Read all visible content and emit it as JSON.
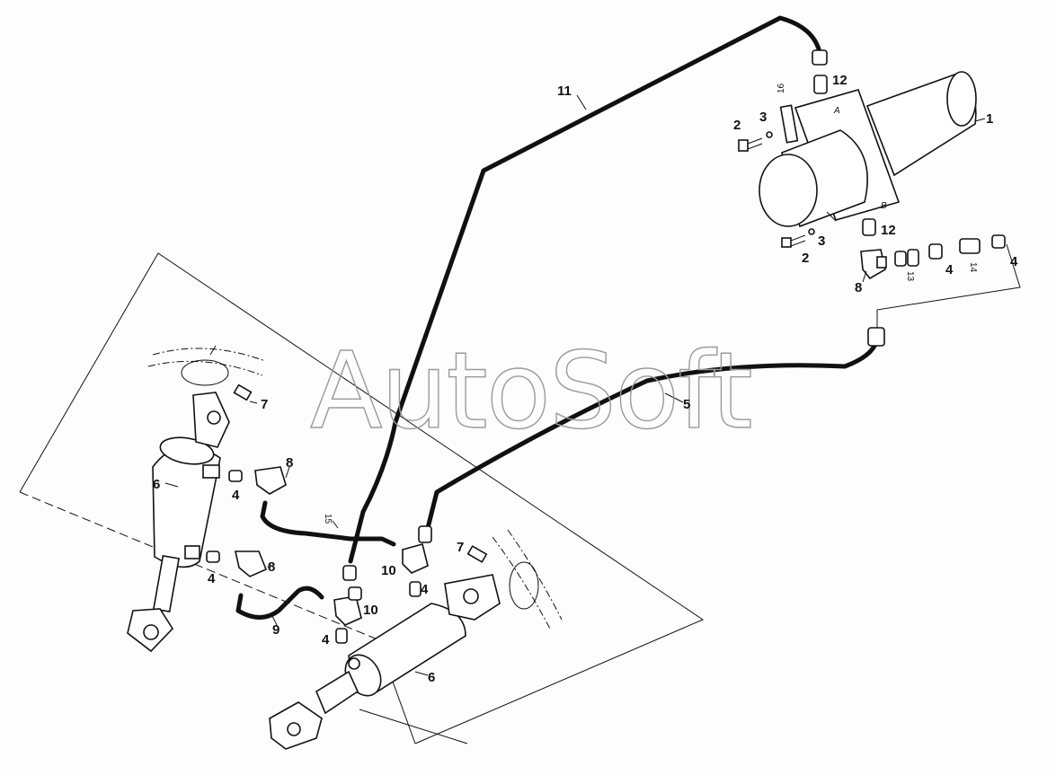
{
  "watermark": "AutoSoft",
  "callouts": {
    "c1": "1",
    "c2a": "2",
    "c2b": "2",
    "c3a": "3",
    "c3b": "3",
    "c4a": "4",
    "c4b": "4",
    "c4c": "4",
    "c4d": "4",
    "c4e": "4",
    "c4f": "4",
    "c5": "5",
    "c6a": "6",
    "c6b": "6",
    "c7a": "7",
    "c7b": "7",
    "c8a": "8",
    "c8b": "8",
    "c8c": "8",
    "c9": "9",
    "c10a": "10",
    "c10b": "10",
    "c11": "11",
    "c12a": "12",
    "c12b": "12",
    "c13": "13",
    "c14": "14",
    "c15": "15",
    "c16": "16"
  },
  "pump_marks": {
    "a": "A",
    "b": "B"
  }
}
